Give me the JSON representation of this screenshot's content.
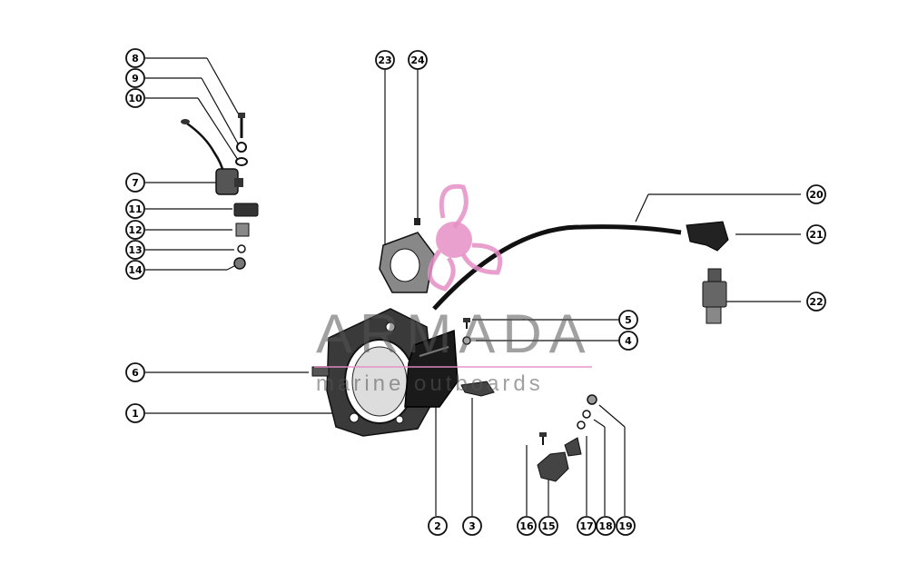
{
  "callouts": [
    {
      "id": "c1",
      "number": "1"
    },
    {
      "id": "c2",
      "number": "2"
    },
    {
      "id": "c3",
      "number": "3"
    },
    {
      "id": "c4",
      "number": "4"
    },
    {
      "id": "c5",
      "number": "5"
    },
    {
      "id": "c6",
      "number": "6"
    },
    {
      "id": "c7",
      "number": "7"
    },
    {
      "id": "c8",
      "number": "8"
    },
    {
      "id": "c9",
      "number": "9"
    },
    {
      "id": "c10",
      "number": "10"
    },
    {
      "id": "c11",
      "number": "11"
    },
    {
      "id": "c12",
      "number": "12"
    },
    {
      "id": "c13",
      "number": "13"
    },
    {
      "id": "c14",
      "number": "14"
    },
    {
      "id": "c15",
      "number": "15"
    },
    {
      "id": "c16",
      "number": "16"
    },
    {
      "id": "c17",
      "number": "17"
    },
    {
      "id": "c18",
      "number": "18"
    },
    {
      "id": "c19",
      "number": "19"
    },
    {
      "id": "c20",
      "number": "20"
    },
    {
      "id": "c21",
      "number": "21"
    },
    {
      "id": "c22",
      "number": "22"
    },
    {
      "id": "c23",
      "number": "23"
    },
    {
      "id": "c24",
      "number": "24"
    }
  ],
  "watermark": {
    "brand": "ARMADA",
    "tagline": "marine outboards",
    "logo_color": "#e58fc6",
    "text_color": "#555555"
  },
  "colors": {
    "ink": "#111111",
    "part_fill": "#2a2a2a",
    "part_light": "#777777"
  }
}
